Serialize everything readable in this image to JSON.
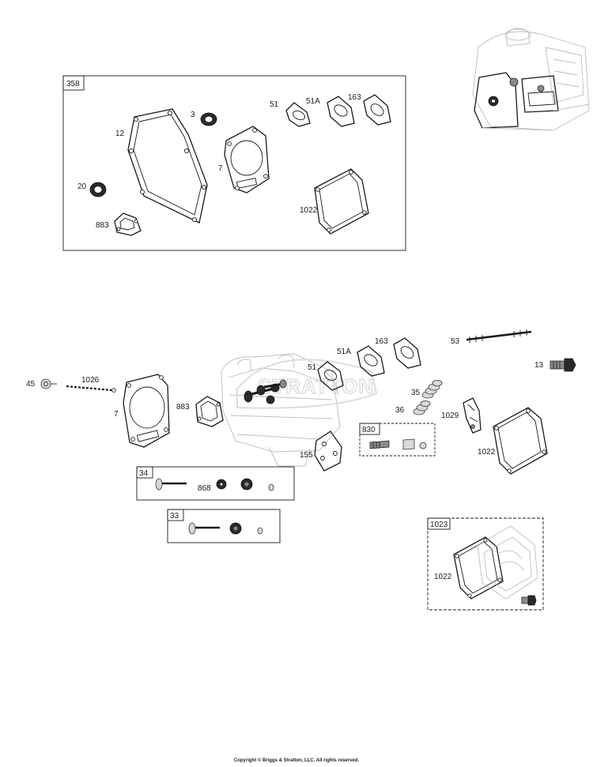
{
  "diagram": {
    "labels": {
      "box_358": "358",
      "g358_3": "3",
      "g358_12": "12",
      "g358_7": "7",
      "g358_20": "20",
      "g358_883": "883",
      "g358_51": "51",
      "g358_51a": "51A",
      "g358_163": "163",
      "g358_1022": "1022",
      "p45": "45",
      "p1026": "1026",
      "p7": "7",
      "p883": "883",
      "p51": "51",
      "p51a": "51A",
      "p163": "163",
      "p53": "53",
      "p13": "13",
      "p35": "35",
      "p36": "36",
      "p1029": "1029",
      "p830": "830",
      "p1022": "1022",
      "p155": "155",
      "p34": "34",
      "p868": "868",
      "p33": "33",
      "p1023": "1023",
      "p1023_1022": "1022"
    },
    "watermark": "STRATTON",
    "copyright": "Copyright © Briggs & Stratton, LLC. All rights reserved."
  }
}
